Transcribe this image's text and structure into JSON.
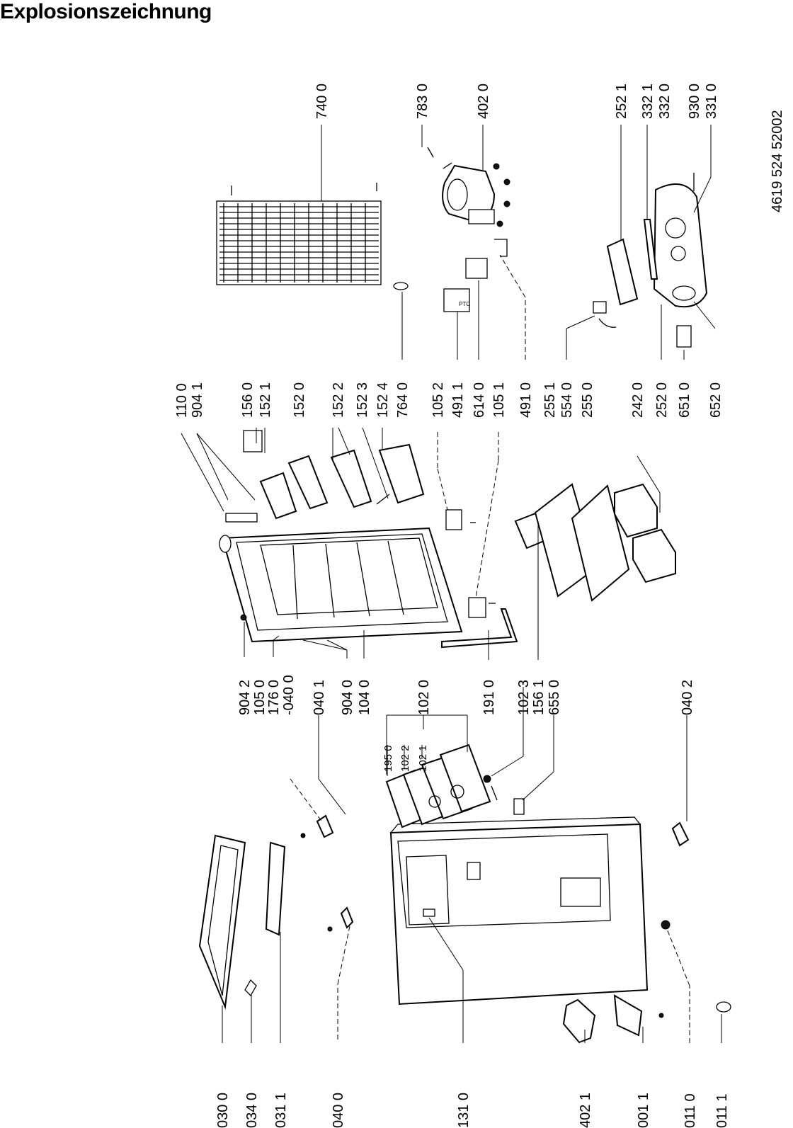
{
  "title": "Explosionszeichnung",
  "document_number": "4619 524 52002",
  "labels_bottom_left": [
    "030 0",
    "034 0",
    "031 1",
    "040 0",
    "131 0",
    "402 1",
    "001 1",
    "011 0",
    "011 1"
  ],
  "labels_middle_top": [
    "904 2",
    "105 0",
    "176 0",
    "-040 0",
    "040 1",
    "904 0",
    "104 0"
  ],
  "labels_middle_lower": [
    "102 0",
    "191 0",
    "102 3",
    "156 1",
    "655 0",
    "040 2"
  ],
  "labels_drawer_small": [
    "195 0",
    "102 2",
    "102 1"
  ],
  "labels_right_mid": [
    "110 0",
    "904 1",
    "156 0",
    "152 1",
    "152 0",
    "152 2",
    "152 3",
    "152 4",
    "764 0",
    "105 2",
    "491 1",
    "614 0",
    "105 1",
    "491 0",
    "255 1",
    "554 0",
    "255 0",
    "242 0",
    "252 0",
    "651 0",
    "652 0"
  ],
  "labels_top_right": [
    "740 0",
    "783 0",
    "402 0",
    "252 1",
    "332 1",
    "332 0",
    "930 0",
    "331 0"
  ]
}
